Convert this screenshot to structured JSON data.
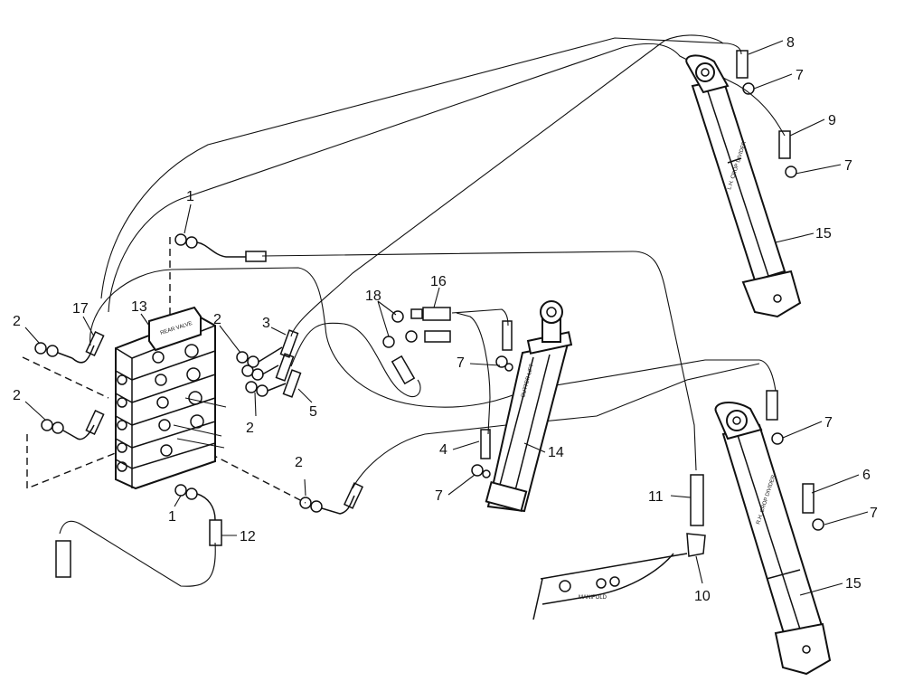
{
  "callouts": {
    "c1a": "1",
    "c1b": "1",
    "c2a": "2",
    "c2b": "2",
    "c2c": "2",
    "c2d": "2",
    "c2e": "2",
    "c3": "3",
    "c4": "4",
    "c5": "5",
    "c6": "6",
    "c7a": "7",
    "c7b": "7",
    "c7c": "7",
    "c7d": "7",
    "c7e": "7",
    "c7f": "7",
    "c8": "8",
    "c9": "9",
    "c10": "10",
    "c11": "11",
    "c12": "12",
    "c13": "13",
    "c14": "14",
    "c15a": "15",
    "c15b": "15",
    "c16": "16",
    "c17": "17",
    "c18": "18"
  },
  "part_labels": {
    "cyl_left": "L.H. CROP DIVIDER",
    "cyl_right": "R.H. CROP DIVIDER",
    "cyl_center": "CUTTER LIFT",
    "manifold": "MANIFOLD",
    "valve": "REAR VALVE"
  }
}
